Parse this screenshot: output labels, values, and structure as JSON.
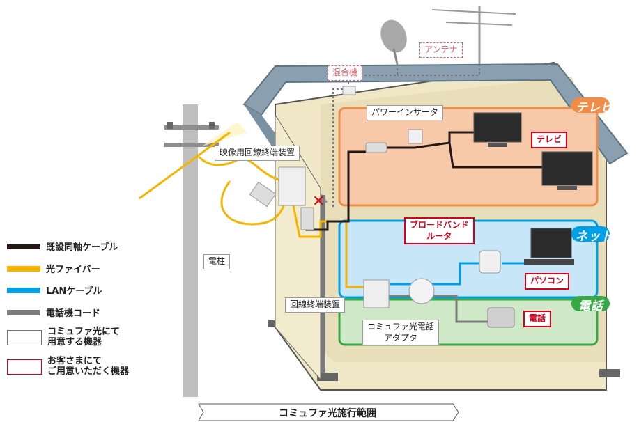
{
  "labels": {
    "antenna": "アンテナ",
    "mixer": "混合機",
    "power_inserter": "パワーインサータ",
    "video_ont": "映像用回線終端装置",
    "tv": "テレビ",
    "broadband_router": "ブロードバンド\nルータ",
    "pc": "パソコン",
    "ont": "回線終端装置",
    "voice_adapter": "コミュファ光電話\nアダプタ",
    "phone": "電話",
    "pole": "電柱"
  },
  "zones": {
    "tv": "テレビ",
    "net": "ネット",
    "phone": "電話"
  },
  "legend": [
    {
      "label": "既設同軸ケーブル",
      "kind": "line",
      "color": "#231815"
    },
    {
      "label": "光ファイバー",
      "kind": "line",
      "color": "#f5b400"
    },
    {
      "label": "LANケーブル",
      "kind": "line",
      "color": "#00a0e9"
    },
    {
      "label": "電話機コード",
      "kind": "line",
      "color": "#7d7d7d"
    },
    {
      "label": "コミュファ光にて\n用意する機器",
      "kind": "box",
      "color": "#777777"
    },
    {
      "label": "お客さまにて\nご用意いただく機器",
      "kind": "box",
      "color": "#d9001b"
    }
  ],
  "scope_arrow": "コミュファ光施行範囲",
  "colors": {
    "coax": "#231815",
    "fiber": "#f5b400",
    "lan": "#00a0e9",
    "phone_cord": "#7d7d7d",
    "tv_zone": "#f7c9a9",
    "net_zone": "#c7e6f7",
    "phone_zone": "#cfe8c8",
    "roof": "#8aa0b0",
    "house_wall": "#efe7c6"
  }
}
